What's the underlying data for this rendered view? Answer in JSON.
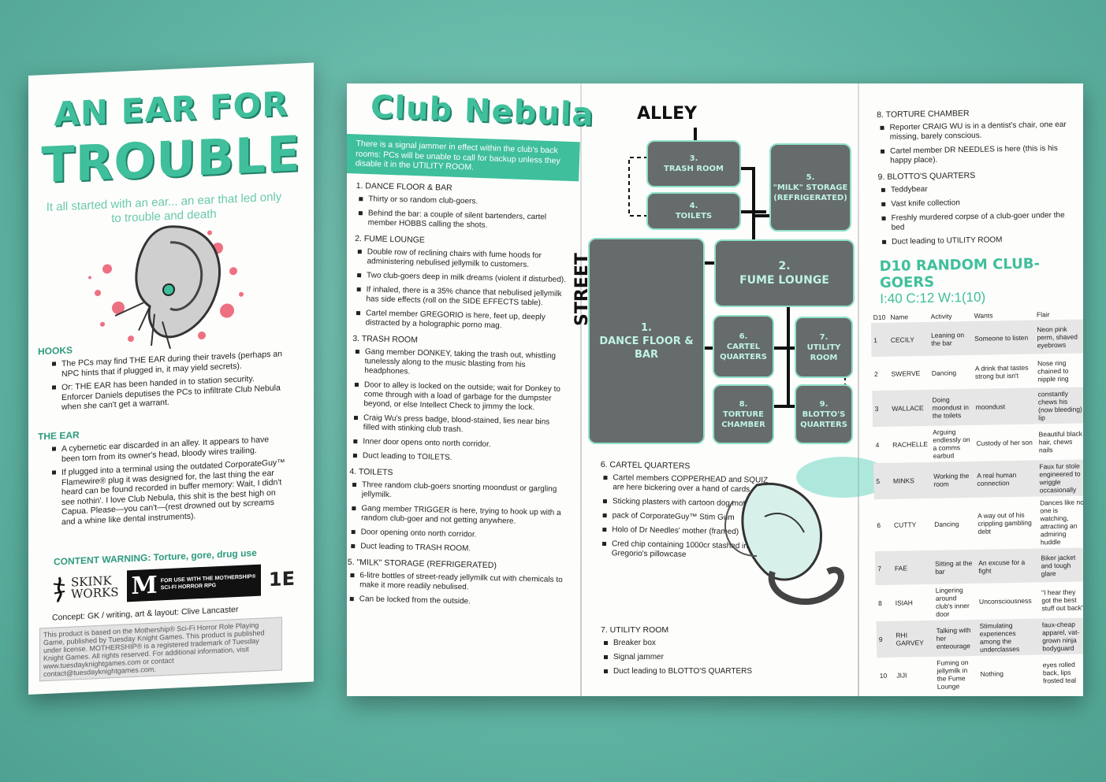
{
  "cover": {
    "title_line1": "An Ear For",
    "title_line2": "Trouble",
    "tagline": "It all started with an ear... an ear that led only to trouble and death",
    "hooks_heading": "HOOKS",
    "hooks": [
      "The PCs may find THE EAR during their travels (perhaps an NPC hints that if plugged in, it may yield secrets).",
      "Or: THE EAR has been handed in to station security. Enforcer Daniels deputises the PCs to infiltrate Club Nebula when she can't get a warrant."
    ],
    "ear_heading": "THE EAR",
    "ear_items": [
      "A cybernetic ear discarded in an alley. It appears to have been torn from its owner's head, bloody wires trailing.",
      "If plugged into a terminal using the outdated CorporateGuy™ Flamewire® plug it was designed for, the last thing the ear heard can be found recorded in buffer memory: Wait, I didn't see nothin'. I love Club Nebula, this shit is the best high on Capua. Please—you can't—(rest drowned out by screams and a whine like dental instruments)."
    ],
    "content_warning": "CONTENT WARNING: Torture, gore, drug use",
    "skink_line1": "SKINK",
    "skink_line2": "WORKS",
    "mothership_m": "M",
    "mothership_text": "FOR USE WITH THE MOTHERSHIP® SCI-FI HORROR RPG",
    "edition": "1E",
    "concept": "Concept: GK / writing, art & layout: Clive Lancaster",
    "legal": "This product is based on the Mothership® Sci-Fi Horror Role Playing Game, published by Tuesday Knight Games. This product is published under license. MOTHERSHIP® is a registered trademark of Tuesday Knight Games. All rights reserved. For additional information, visit www.tuesdayknightgames.com or contact contact@tuesdayknightgames.com."
  },
  "club": {
    "title": "Club Nebula",
    "banner": "There is a signal jammer in effect within the club's back rooms: PCs will be unable to call for backup unless they disable it in the UTILITY ROOM.",
    "rooms": [
      {
        "heading": "1. DANCE FLOOR & BAR",
        "items": [
          "Thirty or so random club-goers.",
          "Behind the bar: a couple of silent bartenders, cartel member HOBBS calling the shots."
        ]
      },
      {
        "heading": "2. FUME LOUNGE",
        "items": [
          "Double row of reclining chairs with fume hoods for administering nebulised jellymilk to customers.",
          "Two club-goers deep in milk dreams (violent if disturbed).",
          "If inhaled, there is a 35% chance that nebulised jellymilk has side effects (roll on the SIDE EFFECTS table).",
          "Cartel member GREGORIO is here, feet up, deeply distracted by a holographic porno mag."
        ]
      },
      {
        "heading": "3. TRASH ROOM",
        "items": [
          "Gang member DONKEY, taking the trash out, whistling tunelessly along to the music blasting from his headphones.",
          "Door to alley is locked on the outside; wait for Donkey to come through with a load of garbage for the dumpster beyond, or else Intellect Check to jimmy the lock.",
          "Craig Wu's press badge, blood-stained, lies near bins filled with stinking club trash.",
          "Inner door opens onto north corridor.",
          "Duct leading to TOILETS."
        ]
      },
      {
        "heading": "4. TOILETS",
        "items": [
          "Three random club-goers snorting moondust or gargling jellymilk.",
          "Gang member TRIGGER is here, trying to hook up with a random club-goer and not getting anywhere.",
          "Door opening onto north corridor.",
          "Duct leading to TRASH ROOM."
        ]
      },
      {
        "heading": "5. \"MILK\" STORAGE (Refrigerated)",
        "items": [
          "6-litre bottles of street-ready jellymilk cut with chemicals to make it more readily nebulised.",
          "Can be locked from the outside."
        ]
      }
    ],
    "rooms_col2": [
      {
        "heading": "6. CARTEL QUARTERS",
        "items": [
          "Cartel members COPPERHEAD and SQUIZ are here bickering over a hand of cards.",
          "Sticking plasters with cartoon dog motif",
          "pack of CorporateGuy™ Stim Gum",
          "Holo of Dr Needles' mother (framed)",
          "Cred chip containing 1000cr stashed in Gregorio's pillowcase"
        ]
      }
    ],
    "rooms_col2b": [
      {
        "heading": "7. UTILITY ROOM",
        "items": [
          "Breaker box",
          "Signal jammer",
          "Duct leading to BLOTTO'S QUARTERS"
        ]
      }
    ],
    "rooms_col3": [
      {
        "heading": "8. TORTURE CHAMBER",
        "items": [
          "Reporter CRAIG WU is in a dentist's chair, one ear missing, barely conscious.",
          "Cartel member DR NEEDLES is here (this is his happy place)."
        ]
      },
      {
        "heading": "9. BLOTTO'S QUARTERS",
        "items": [
          "Teddybear",
          "Vast knife collection",
          "Freshly murdered corpse of a club-goer under the bed",
          "Duct leading to UTILITY ROOM"
        ]
      }
    ]
  },
  "map": {
    "alley": "ALLEY",
    "street": "STREET",
    "rooms": {
      "r1": [
        "1.",
        "DANCE FLOOR &",
        "BAR"
      ],
      "r2": [
        "2.",
        "FUME LOUNGE"
      ],
      "r3": [
        "3.",
        "TRASH ROOM"
      ],
      "r4": [
        "4.",
        "TOILETS"
      ],
      "r5": [
        "5.",
        "\"MILK\" STORAGE",
        "(Refrigerated)"
      ],
      "r6": [
        "6.",
        "CARTEL",
        "QUARTERS"
      ],
      "r7": [
        "7.",
        "UTILITY",
        "ROOM"
      ],
      "r8": [
        "8.",
        "TORTURE",
        "CHAMBER"
      ],
      "r9": [
        "9.",
        "BLOTTO'S",
        "QUARTERS"
      ]
    }
  },
  "d10": {
    "title": "D10 Random Club-Goers",
    "stats": "I:40 C:12 W:1(10)",
    "headers": [
      "D10",
      "Name",
      "Activity",
      "Wants",
      "Flair"
    ],
    "rows": [
      [
        "1",
        "CECILY",
        "Leaning on the bar",
        "Someone to listen",
        "Neon pink perm, shaved eyebrows"
      ],
      [
        "2",
        "SWERVE",
        "Dancing",
        "A drink that tastes strong but isn't",
        "Nose ring chained to nipple ring"
      ],
      [
        "3",
        "WALLACE",
        "Doing moondust in the toilets",
        "moondust",
        "constantly chews his (now bleeding) lip"
      ],
      [
        "4",
        "RACHELLE",
        "Arguing endlessly on a comms earbud",
        "Custody of her son",
        "Beautiful black hair, chews nails"
      ],
      [
        "5",
        "MINKS",
        "Working the room",
        "A real human connection",
        "Faux fur stole engineered to wriggle occasionally"
      ],
      [
        "6",
        "CUTTY",
        "Dancing",
        "A way out of his crippling gambling debt",
        "Dances like no one is watching, attracting an admiring huddle"
      ],
      [
        "7",
        "FAE",
        "Sitting at the bar",
        "An excuse for a fight",
        "Biker jacket and tough glare"
      ],
      [
        "8",
        "ISIAH",
        "Lingering around club's inner door",
        "Unconsciousness",
        "\"I hear they got the best stuff out back\""
      ],
      [
        "9",
        "RHI GARVEY",
        "Talking with her enteourage",
        "Stimulating experiences among the underclasses",
        "faux-cheap apparel, vat-grown ninja bodyguard"
      ],
      [
        "10",
        "JIJI",
        "Fuming on jellymilk in the Fume Lounge",
        "Nothing",
        "eyes rolled back, lips frosted teal"
      ]
    ]
  },
  "colors": {
    "accent": "#3fbf9c",
    "dark_accent": "#1f7f66",
    "room": "#666b6c",
    "background": "#5fb3a2"
  }
}
